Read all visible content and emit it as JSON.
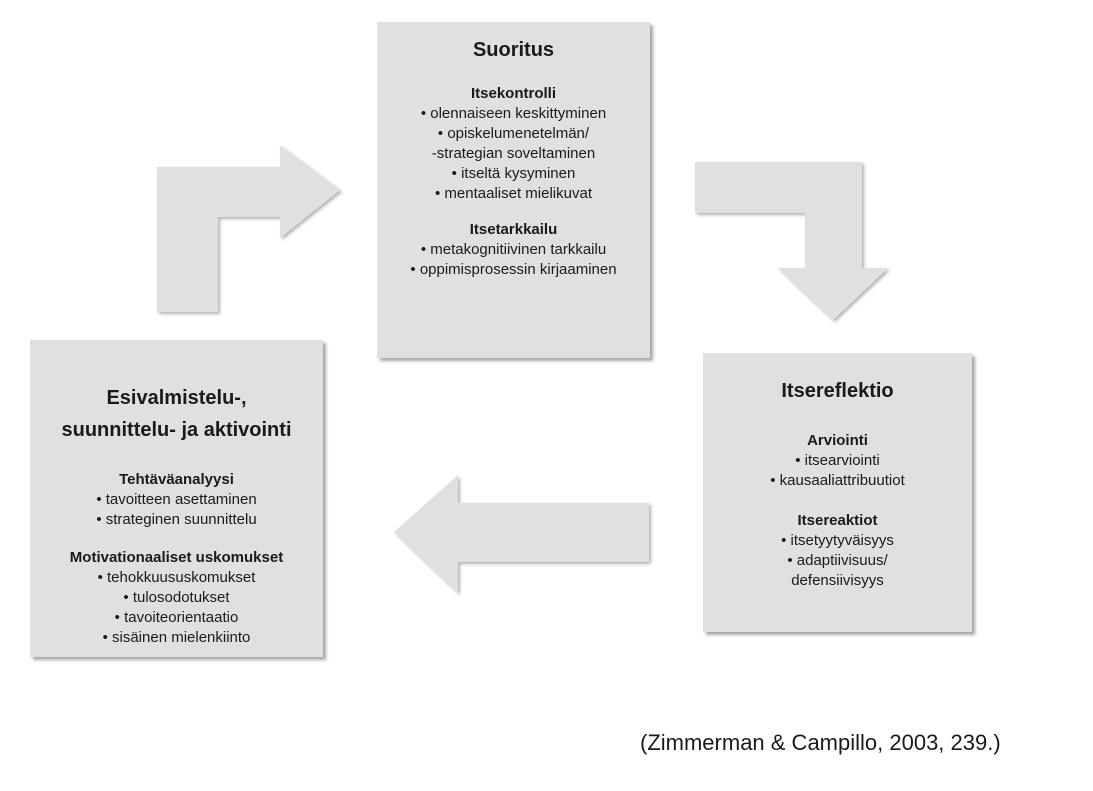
{
  "colors": {
    "box_fill": "#e0e0e0",
    "arrow_fill": "#e0e0e0",
    "text": "#1a1a1a"
  },
  "boxes": {
    "performance": {
      "title": "Suoritus",
      "sections": [
        {
          "heading": "Itsekontrolli",
          "items": [
            "• olennaiseen keskittyminen",
            "• opiskelumenetelmän/",
            "-strategian soveltaminen",
            "• itseltä kysyminen",
            "• mentaaliset mielikuvat"
          ]
        },
        {
          "heading": "Itsetarkkailu",
          "items": [
            "• metakognitiivinen tarkkailu",
            "• oppimisprosessin kirjaaminen"
          ]
        }
      ]
    },
    "reflection": {
      "title": "Itsereflektio",
      "sections": [
        {
          "heading": "Arviointi",
          "items": [
            "• itsearviointi",
            "• kausaaliattribuutiot"
          ]
        },
        {
          "heading": "Itsereaktiot",
          "items": [
            "• itsetyytyväisyys",
            "• adaptiivisuus/",
            "defensiivisyys"
          ]
        }
      ]
    },
    "forethought": {
      "title_line1": "Esivalmistelu-,",
      "title_line2": "suunnittelu- ja aktivointi",
      "sections": [
        {
          "heading": "Tehtäväanalyysi",
          "items": [
            "• tavoitteen asettaminen",
            "• strateginen suunnittelu"
          ]
        },
        {
          "heading": "Motivationaaliset uskomukset",
          "items": [
            "• tehokkuususkomukset",
            "• tulosodotukset",
            "• tavoiteorientaatio",
            "• sisäinen mielenkiinto"
          ]
        }
      ]
    }
  },
  "citation": "(Zimmerman & Campillo, 2003, 239.)"
}
